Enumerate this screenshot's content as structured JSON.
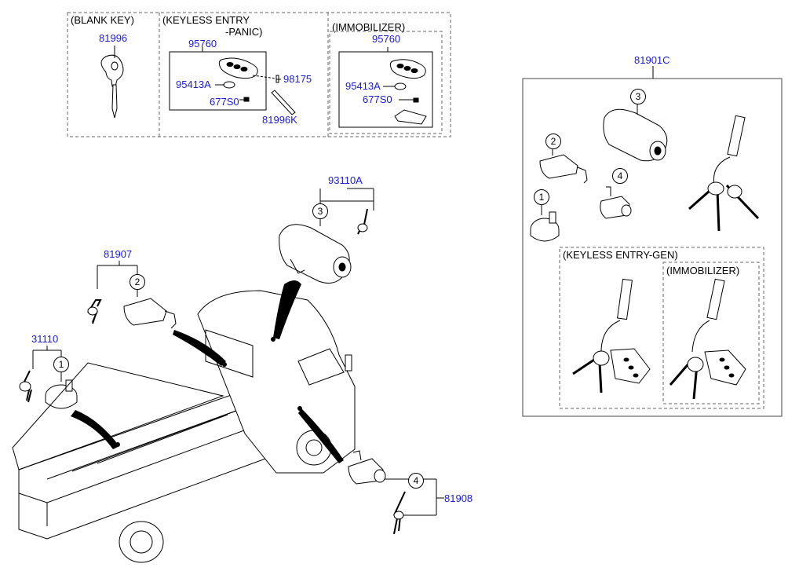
{
  "headers": {
    "blank_key": "(BLANK KEY)",
    "keyless_entry_line1": "(KEYLESS ENTRY",
    "keyless_entry_line2": "-PANIC)",
    "immobilizer_top": "(IMMOBILIZER)",
    "keyless_entry_gen": "(KEYLESS ENTRY-GEN)",
    "immobilizer_right": "(IMMOBILIZER)"
  },
  "parts": {
    "p81996": "81996",
    "p95760_a": "95760",
    "p95413A_a": "95413A",
    "p98175": "98175",
    "p677S0_a": "677S0",
    "p81996K": "81996K",
    "p95760_b": "95760",
    "p95413A_b": "95413A",
    "p677S0_b": "677S0",
    "p81901C": "81901C",
    "p93110A": "93110A",
    "p81907": "81907",
    "p31110": "31110",
    "p81908": "81908"
  },
  "callouts": {
    "c1": "1",
    "c2": "2",
    "c3": "3",
    "c4": "4"
  },
  "colors": {
    "part_number": "#1a1ad6",
    "line": "#000000"
  }
}
